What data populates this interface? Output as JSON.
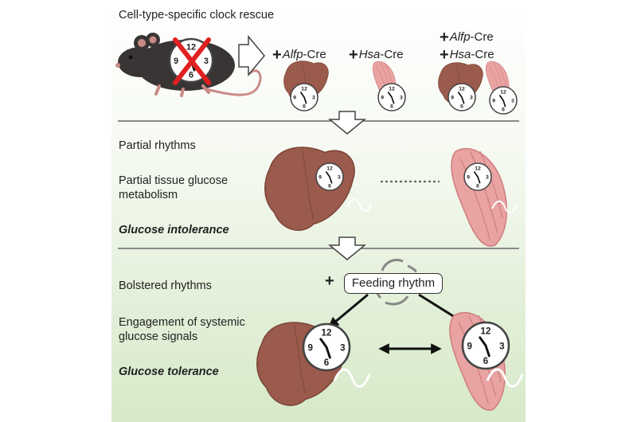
{
  "header": {
    "title": "Cell-type-specific clock rescue"
  },
  "rescue_groups": {
    "liver": {
      "plus": "+",
      "gene": "Alfp",
      "suffix": "-Cre"
    },
    "muscle": {
      "plus": "+",
      "gene": "Hsa",
      "suffix": "-Cre"
    },
    "both_liver": {
      "plus": "+",
      "gene": "Alfp",
      "suffix": "-Cre"
    },
    "both_muscle": {
      "plus": "+",
      "gene": "Hsa",
      "suffix": "-Cre"
    }
  },
  "clock_numbers": {
    "twelve": "12",
    "three": "3",
    "six": "6",
    "nine": "9"
  },
  "middle_section": {
    "line1": "Partial rhythms",
    "line2a": "Partial tissue glucose",
    "line2b": "metabolism",
    "outcome": "Glucose intolerance"
  },
  "bottom_section": {
    "line1": "Bolstered rhythms",
    "line2a": "Engagement of systemic",
    "line2b": "glucose signals",
    "outcome": "Glucose tolerance",
    "plus": "+",
    "feeding_label": "Feeding rhythm"
  },
  "colors": {
    "liver": "#9a5a4c",
    "liver_dark": "#7a4437",
    "muscle": "#e9a3a3",
    "muscle_stripe": "#d98c8c",
    "cross": "#e02020",
    "mouse": "#3a3535"
  },
  "icons": [
    "mouse-icon",
    "liver-icon",
    "muscle-icon",
    "clock-icon",
    "red-x-icon",
    "down-arrow-icon",
    "right-arrow-icon",
    "cycle-arrows-icon",
    "double-arrow-icon",
    "wave-icon"
  ]
}
